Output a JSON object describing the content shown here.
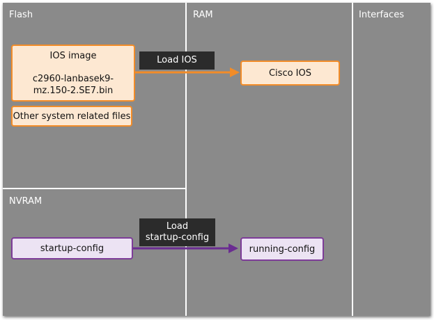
{
  "regions": {
    "flash": "Flash",
    "ram": "RAM",
    "interfaces": "Interfaces",
    "nvram": "NVRAM"
  },
  "flash_boxes": {
    "ios_image_title": "IOS image",
    "ios_image_line1": "c2960-lanbasek9-",
    "ios_image_line2": "mz.150-2.SE7.bin",
    "other_files": "Other system related files"
  },
  "ram_boxes": {
    "cisco_ios": "Cisco IOS",
    "running_config": "running-config"
  },
  "nvram_boxes": {
    "startup_config": "startup-config"
  },
  "labels": {
    "load_ios": "Load IOS",
    "load_startup_line1": "Load",
    "load_startup_line2": "startup-config"
  },
  "colors": {
    "background": "#8a8a8a",
    "orange_fill": "#fde8d2",
    "orange_border": "#f28c28",
    "purple_fill": "#ece3f3",
    "purple_border": "#7d3c98",
    "label_dark": "#2b2b2b"
  }
}
